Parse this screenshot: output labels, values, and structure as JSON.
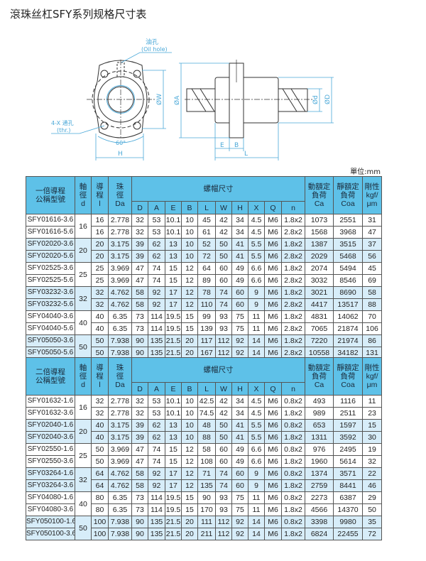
{
  "title": "滾珠丝杠SFY系列规格尺寸表",
  "unit": "單位:mm",
  "drawing": {
    "oil_hole": "油孔",
    "oil_hole_en": "(Oil hole)",
    "through_hole": "4-X 通孔",
    "through_hole_en": "(thr.)",
    "angle": "60°",
    "H": "H",
    "W": "ØW",
    "A": "ØA",
    "d": "Ød",
    "D": "ØD",
    "E": "E",
    "B": "B",
    "L": "L"
  },
  "columns": {
    "d": [
      "軸",
      "徑",
      "d"
    ],
    "lead": [
      "導",
      "程",
      "l"
    ],
    "ball": [
      "珠",
      "徑",
      "Da"
    ],
    "nut": "螺帽尺寸",
    "nut_cols": [
      "D",
      "A",
      "E",
      "B",
      "L",
      "W",
      "H",
      "X",
      "Q",
      "n"
    ],
    "ca": [
      "動額定",
      "負荷",
      "Ca"
    ],
    "coa": [
      "靜額定",
      "負荷",
      "Coa"
    ],
    "rigidity": [
      "剛性",
      "kgf/",
      "μm"
    ]
  },
  "tables": [
    {
      "model_header": [
        "一倍導程",
        "公稱型號"
      ],
      "rows": [
        [
          "SFY01616-3.6",
          "16",
          "16",
          "2.778",
          "32",
          "53",
          "10.1",
          "10",
          "45",
          "42",
          "34",
          "4.5",
          "M6",
          "1.8x2",
          "1073",
          "2551",
          "31"
        ],
        [
          "SFY01616-5.6",
          "16",
          "16",
          "2.778",
          "32",
          "53",
          "10.1",
          "10",
          "61",
          "42",
          "34",
          "4.5",
          "M6",
          "2.8x2",
          "1568",
          "3968",
          "47"
        ],
        [
          "SFY02020-3.6",
          "20",
          "20",
          "3.175",
          "39",
          "62",
          "13",
          "10",
          "52",
          "50",
          "41",
          "5.5",
          "M6",
          "1.8x2",
          "1387",
          "3515",
          "37"
        ],
        [
          "SFY02020-5.6",
          "20",
          "20",
          "3.175",
          "39",
          "62",
          "13",
          "10",
          "72",
          "50",
          "41",
          "5.5",
          "M6",
          "2.8x2",
          "2029",
          "5468",
          "56"
        ],
        [
          "SFY02525-3.6",
          "25",
          "25",
          "3.969",
          "47",
          "74",
          "15",
          "12",
          "64",
          "60",
          "49",
          "6.6",
          "M6",
          "1.8x2",
          "2074",
          "5494",
          "45"
        ],
        [
          "SFY02525-5.6",
          "25",
          "25",
          "3.969",
          "47",
          "74",
          "15",
          "12",
          "89",
          "60",
          "49",
          "6.6",
          "M6",
          "2.8x2",
          "3032",
          "8546",
          "69"
        ],
        [
          "SFY03232-3.6",
          "32",
          "32",
          "4.762",
          "58",
          "92",
          "17",
          "12",
          "78",
          "74",
          "60",
          "9",
          "M6",
          "1.8x2",
          "3021",
          "8690",
          "58"
        ],
        [
          "SFY03232-5.6",
          "32",
          "32",
          "4.762",
          "58",
          "92",
          "17",
          "12",
          "110",
          "74",
          "60",
          "9",
          "M6",
          "2.8x2",
          "4417",
          "13517",
          "88"
        ],
        [
          "SFY04040-3.6",
          "40",
          "40",
          "6.35",
          "73",
          "114",
          "19.5",
          "15",
          "99",
          "93",
          "75",
          "11",
          "M6",
          "1.8x2",
          "4831",
          "14062",
          "70"
        ],
        [
          "SFY04040-5.6",
          "40",
          "40",
          "6.35",
          "73",
          "114",
          "19.5",
          "15",
          "139",
          "93",
          "75",
          "11",
          "M6",
          "2.8x2",
          "7065",
          "21874",
          "106"
        ],
        [
          "SFY05050-3.6",
          "50",
          "50",
          "7.938",
          "90",
          "135",
          "21.5",
          "20",
          "117",
          "112",
          "92",
          "14",
          "M6",
          "1.8x2",
          "7220",
          "21974",
          "86"
        ],
        [
          "SFY05050-5.6",
          "50",
          "50",
          "7.938",
          "90",
          "135",
          "21.5",
          "20",
          "167",
          "112",
          "92",
          "14",
          "M6",
          "2.8x2",
          "10558",
          "34182",
          "131"
        ]
      ]
    },
    {
      "model_header": [
        "二倍導程",
        "公稱型號"
      ],
      "rows": [
        [
          "SFY01632-1.6",
          "16",
          "32",
          "2.778",
          "32",
          "53",
          "10.1",
          "10",
          "42.5",
          "42",
          "34",
          "4.5",
          "M6",
          "0.8x2",
          "493",
          "1116",
          "11"
        ],
        [
          "SFY01632-3.6",
          "16",
          "32",
          "2.778",
          "32",
          "53",
          "10.1",
          "10",
          "74.5",
          "42",
          "34",
          "4.5",
          "M6",
          "1.8x2",
          "989",
          "2511",
          "23"
        ],
        [
          "SFY02040-1.6",
          "20",
          "40",
          "3.175",
          "39",
          "62",
          "13",
          "10",
          "48",
          "50",
          "41",
          "5.5",
          "M6",
          "0.8x2",
          "653",
          "1597",
          "15"
        ],
        [
          "SFY02040-3.6",
          "20",
          "40",
          "3.175",
          "39",
          "62",
          "13",
          "10",
          "88",
          "50",
          "41",
          "5.5",
          "M6",
          "1.8x2",
          "1311",
          "3592",
          "30"
        ],
        [
          "SFY02550-1.6",
          "25",
          "50",
          "3.969",
          "47",
          "74",
          "15",
          "12",
          "58",
          "60",
          "49",
          "6.6",
          "M6",
          "0.8x2",
          "976",
          "2495",
          "19"
        ],
        [
          "SFY02550-3.6",
          "25",
          "50",
          "3.969",
          "47",
          "74",
          "15",
          "12",
          "108",
          "60",
          "49",
          "6.6",
          "M6",
          "1.8x2",
          "1960",
          "5614",
          "32"
        ],
        [
          "SFY03264-1.6",
          "32",
          "64",
          "4.762",
          "58",
          "92",
          "17",
          "12",
          "71",
          "74",
          "60",
          "9",
          "M6",
          "0.8x2",
          "1374",
          "3571",
          "22"
        ],
        [
          "SFY03264-3.6",
          "32",
          "64",
          "4.762",
          "58",
          "92",
          "17",
          "12",
          "135",
          "74",
          "60",
          "9",
          "M6",
          "1.8x2",
          "2759",
          "8441",
          "46"
        ],
        [
          "SFY04080-1.6",
          "40",
          "80",
          "6.35",
          "73",
          "114",
          "19.5",
          "15",
          "90",
          "93",
          "75",
          "11",
          "M6",
          "0.8x2",
          "2273",
          "6387",
          "29"
        ],
        [
          "SFY04080-3.6",
          "40",
          "80",
          "6.35",
          "73",
          "114",
          "19.5",
          "15",
          "170",
          "93",
          "75",
          "11",
          "M6",
          "1.8x2",
          "4566",
          "14370",
          "50"
        ],
        [
          "SFY050100-1.6",
          "50",
          "100",
          "7.938",
          "90",
          "135",
          "21.5",
          "20",
          "111",
          "112",
          "92",
          "14",
          "M6",
          "0.8x2",
          "3398",
          "9980",
          "35"
        ],
        [
          "SFY050100-3.6",
          "50",
          "100",
          "7.938",
          "90",
          "135",
          "21.5",
          "20",
          "211",
          "112",
          "92",
          "14",
          "M6",
          "1.8x2",
          "6824",
          "22455",
          "72"
        ]
      ]
    }
  ]
}
